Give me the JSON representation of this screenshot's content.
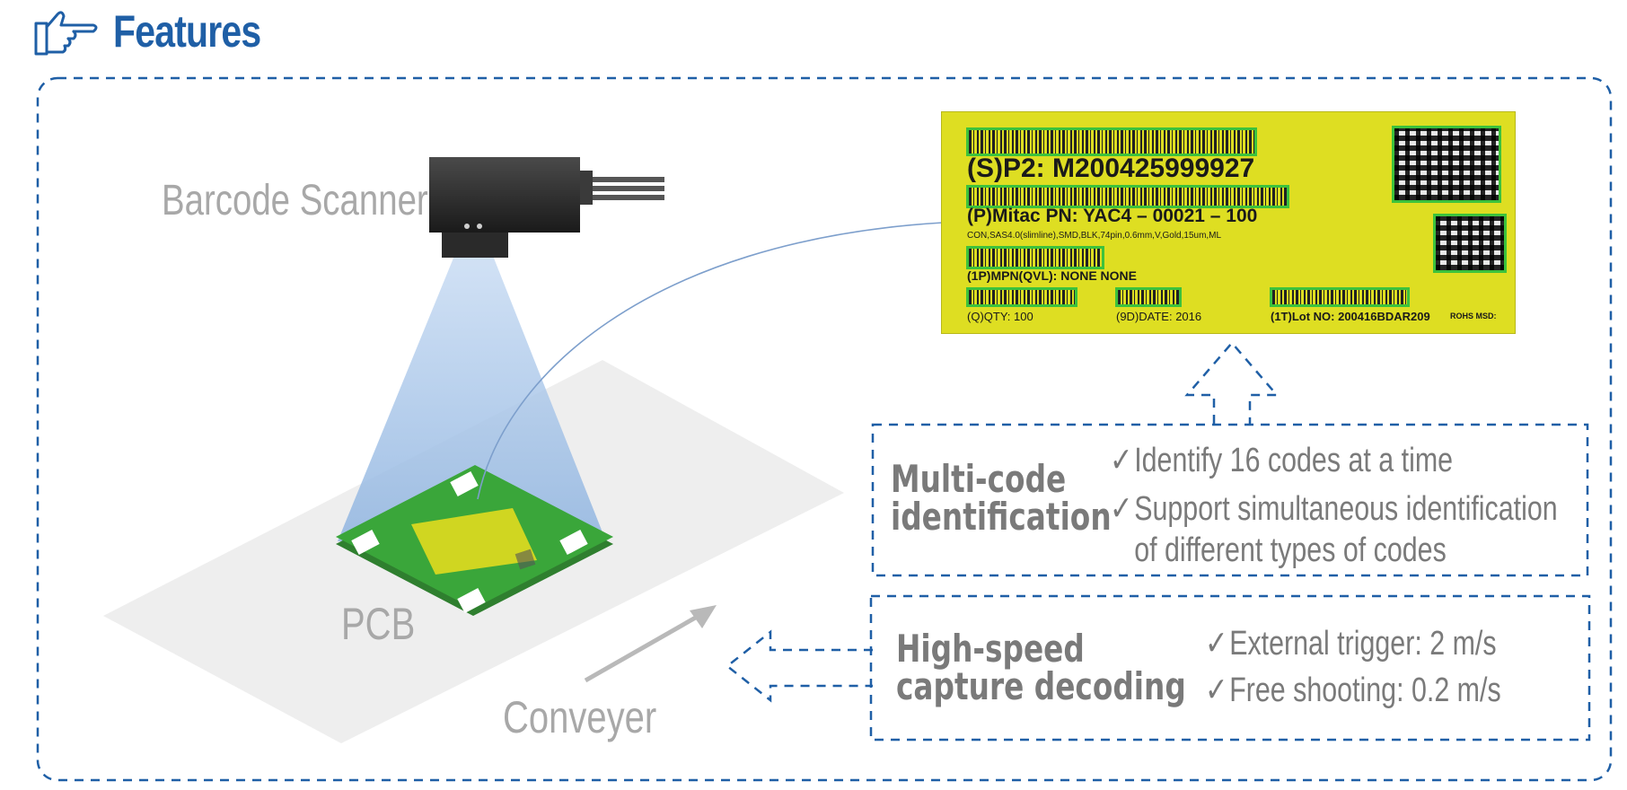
{
  "header": {
    "title": "Features",
    "icon": "pointing-hand-icon",
    "accent": "#1f5fa6"
  },
  "scene": {
    "scanner_label": "Barcode Scanner",
    "pcb_label": "PCB",
    "conveyer_label": "Conveyer"
  },
  "label_card": {
    "sp2": "(S)P2: M200425999927",
    "mitac_pn": "(P)Mitac PN: YAC4 – 00021 – 100",
    "desc": "CON,SAS4.0(slimline),SMD,BLK,74pin,0.6mm,V,Gold,15um,ML",
    "mpn": "(1P)MPN(QVL):  NONE  NONE",
    "qty": "(Q)QTY: 100",
    "date": "(9D)DATE: 2016",
    "lot": "(1T)Lot NO: 200416BDAR209",
    "rohs": "ROHS  MSD:"
  },
  "features": [
    {
      "heading_line1": "Multi-code",
      "heading_line2": "identification",
      "bullets": [
        "Identify 16 codes at a time",
        "Support simultaneous identification",
        "of different types of codes"
      ]
    },
    {
      "heading_line1": "High-speed",
      "heading_line2": "capture decoding",
      "bullets": [
        "External trigger: 2 m/s",
        "Free shooting: 0.2 m/s"
      ]
    }
  ],
  "colors": {
    "dash": "#1f5fa6",
    "green_pcb": "#3aa63a",
    "label_yellow": "#dede22",
    "beam": "#9fbfe6"
  }
}
